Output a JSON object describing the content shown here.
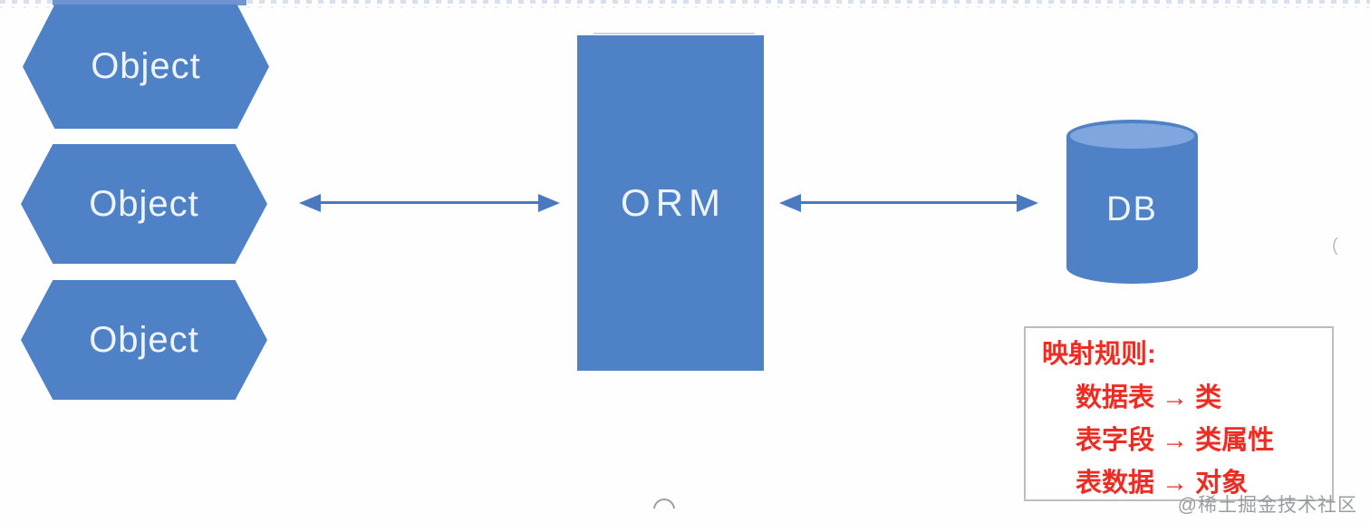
{
  "diagram": {
    "nodes": {
      "objects": [
        {
          "label": "Object"
        },
        {
          "label": "Object"
        },
        {
          "label": "Object"
        }
      ],
      "orm": {
        "label": "ORM"
      },
      "db": {
        "label": "DB"
      }
    },
    "rules_box": {
      "title": "映射规则:",
      "rules": [
        "数据表 → 类",
        "表字段 → 类属性",
        "表数据 → 对象"
      ]
    },
    "watermark": {
      "text": "@稀土掘金技术社区"
    },
    "artifacts": {
      "edge_mark": "("
    }
  },
  "colors": {
    "shape_blue": "#4f81c7",
    "arrow_blue": "#4a79c0",
    "cyl_top": "#7fa6de",
    "red": "#ee2c23",
    "border_gray": "#bdbdbd",
    "watermark_gray": "#8f9499"
  }
}
